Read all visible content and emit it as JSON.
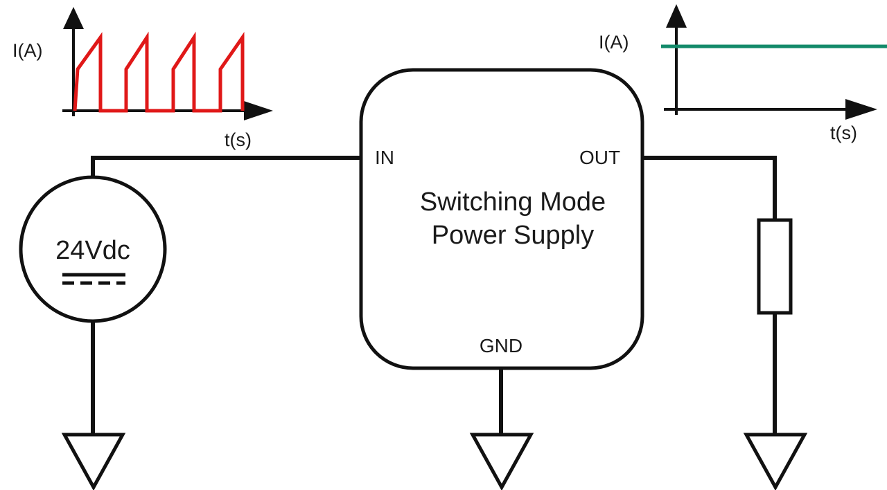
{
  "colors": {
    "line": "#111111",
    "input_current": "#e01818",
    "output_current": "#138a6a"
  },
  "input_waveform": {
    "ylabel": "I(A)",
    "xlabel": "t(s)",
    "shape": "sawtooth pulses"
  },
  "output_waveform": {
    "ylabel": "I(A)",
    "xlabel": "t(s)",
    "shape": "constant"
  },
  "source": {
    "label": "24Vdc",
    "symbol": "dc-symbol"
  },
  "smps": {
    "title_line1": "Switching Mode",
    "title_line2": "Power Supply",
    "in_label": "IN",
    "out_label": "OUT",
    "gnd_label": "GND"
  },
  "load": {
    "symbol": "resistor"
  },
  "grounds": [
    "ground-symbol",
    "ground-symbol",
    "ground-symbol"
  ]
}
